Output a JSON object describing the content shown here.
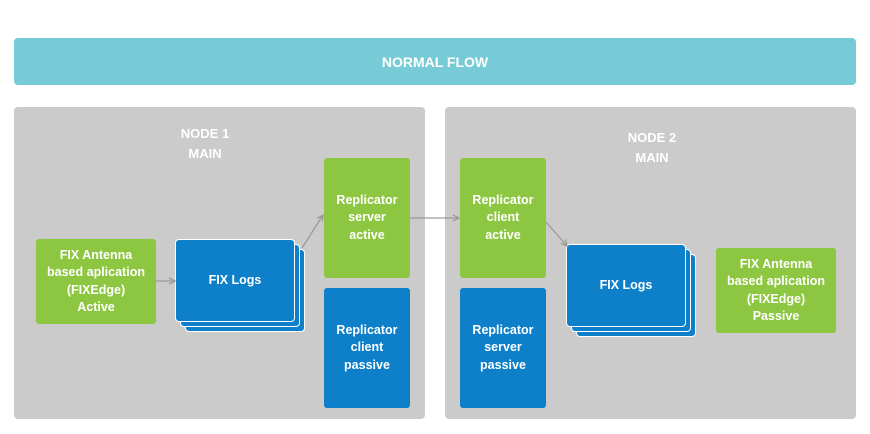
{
  "banner": {
    "label": "NORMAL FLOW"
  },
  "node1": {
    "title": "NODE 1\nMAIN",
    "app": "FIX Antenna\nbased aplication\n(FIXEdge)\nActive",
    "logs": "FIX Logs",
    "replicator_active": "Replicator\nserver\nactive",
    "replicator_passive": "Replicator\nclient\npassive"
  },
  "node2": {
    "title": "NODE 2\nMAIN",
    "app": "FIX Antenna\nbased aplication\n(FIXEdge)\nPassive",
    "logs": "FIX Logs",
    "replicator_active": "Replicator\nclient\nactive",
    "replicator_passive": "Replicator\nserver\npassive"
  },
  "colors": {
    "banner": "#77cbd6",
    "panel": "#cbcbcb",
    "green": "#8dc641",
    "blue": "#0d80c9",
    "arrow": "#9a9a9a"
  }
}
